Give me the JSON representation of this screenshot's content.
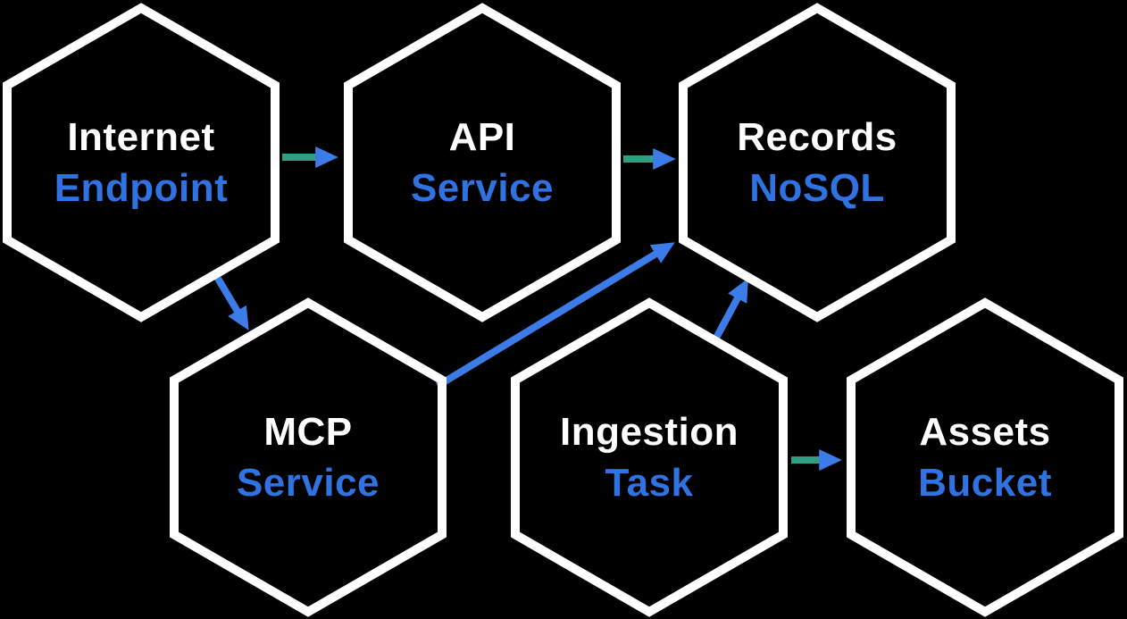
{
  "colors": {
    "bg": "#000000",
    "hex-stroke": "#ffffff",
    "text-primary": "#ffffff",
    "text-accent": "#2f72e2",
    "arrow-blue": "#3b7ce8",
    "arrow-teal": "#2f9e85"
  },
  "nodes": [
    {
      "id": "internet-endpoint",
      "line1": "Internet",
      "line2": "Endpoint"
    },
    {
      "id": "api-service",
      "line1": "API",
      "line2": "Service"
    },
    {
      "id": "records-nosql",
      "line1": "Records",
      "line2": "NoSQL"
    },
    {
      "id": "mcp-service",
      "line1": "MCP",
      "line2": "Service"
    },
    {
      "id": "ingestion-task",
      "line1": "Ingestion",
      "line2": "Task"
    },
    {
      "id": "assets-bucket",
      "line1": "Assets",
      "line2": "Bucket"
    }
  ],
  "edges": [
    {
      "from": "Internet Endpoint",
      "to": "API Service"
    },
    {
      "from": "API Service",
      "to": "Records NoSQL"
    },
    {
      "from": "Internet Endpoint",
      "to": "MCP Service"
    },
    {
      "from": "MCP Service",
      "to": "Records NoSQL"
    },
    {
      "from": "Ingestion Task",
      "to": "Records NoSQL"
    },
    {
      "from": "Ingestion Task",
      "to": "Assets Bucket"
    }
  ]
}
